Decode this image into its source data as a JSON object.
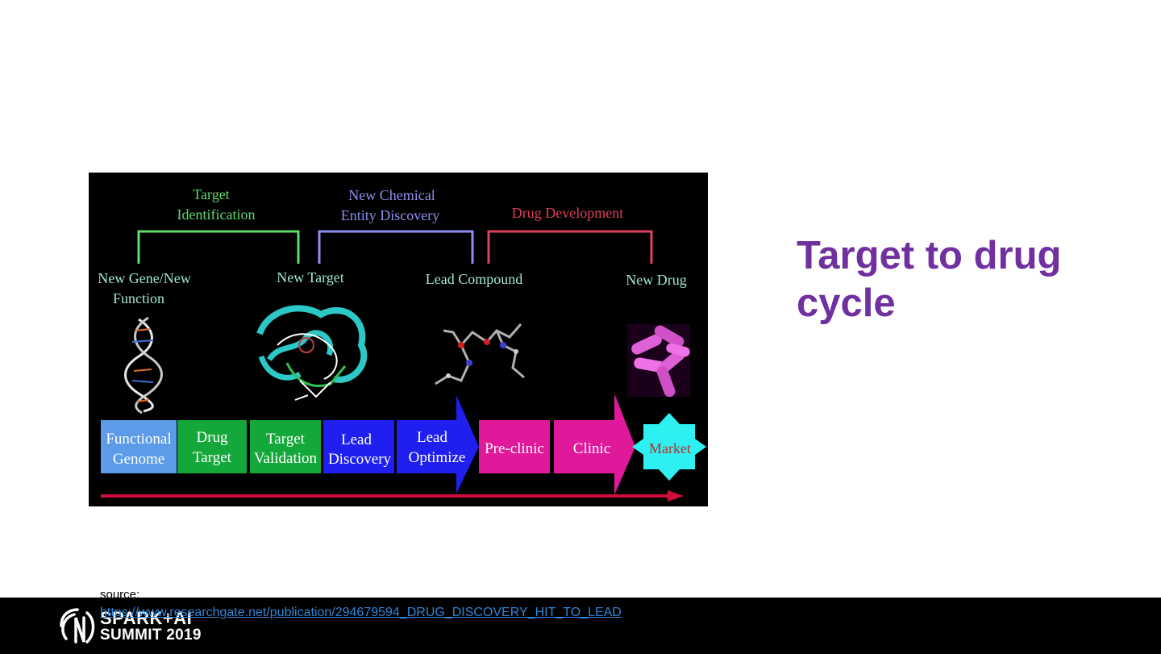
{
  "slide": {
    "title": "Target to drug cycle"
  },
  "diagram": {
    "brackets": [
      {
        "label_lines": [
          "Target",
          "Identification"
        ],
        "color": "#5fdc6a"
      },
      {
        "label_lines": [
          "New Chemical",
          "Entity Discovery"
        ],
        "color": "#8f8ff0"
      },
      {
        "label_lines": [
          "Drug Development"
        ],
        "color": "#e0405a"
      }
    ],
    "milestones": {
      "gene": [
        "New Gene/New",
        "Function"
      ],
      "target": "New Target",
      "lead": "Lead Compound",
      "drug": "New Drug"
    },
    "stages": [
      {
        "lines": [
          "Functional",
          "Genome"
        ],
        "color": "#5b9be8"
      },
      {
        "lines": [
          "Drug",
          "Target"
        ],
        "color": "#14a83a"
      },
      {
        "lines": [
          "Target",
          "Validation"
        ],
        "color": "#14a83a"
      },
      {
        "lines": [
          "Lead",
          "Discovery"
        ],
        "color": "#1f1ff0"
      },
      {
        "lines": [
          "Lead",
          "Optimize"
        ],
        "color": "#1f1ff0"
      },
      {
        "lines": [
          "Pre-clinic"
        ],
        "color": "#e0199a"
      },
      {
        "lines": [
          "Clinic"
        ],
        "color": "#e0199a"
      },
      {
        "lines": [
          "Market"
        ],
        "color": "#2ff0f0"
      }
    ]
  },
  "footer": {
    "logo_line1": "SPARK+AI",
    "logo_line2": "SUMMIT 2019",
    "source_label": "source:",
    "source_url": "https://www.researchgate.net/publication/294679594_DRUG_DISCOVERY_HIT_TO_LEAD"
  }
}
